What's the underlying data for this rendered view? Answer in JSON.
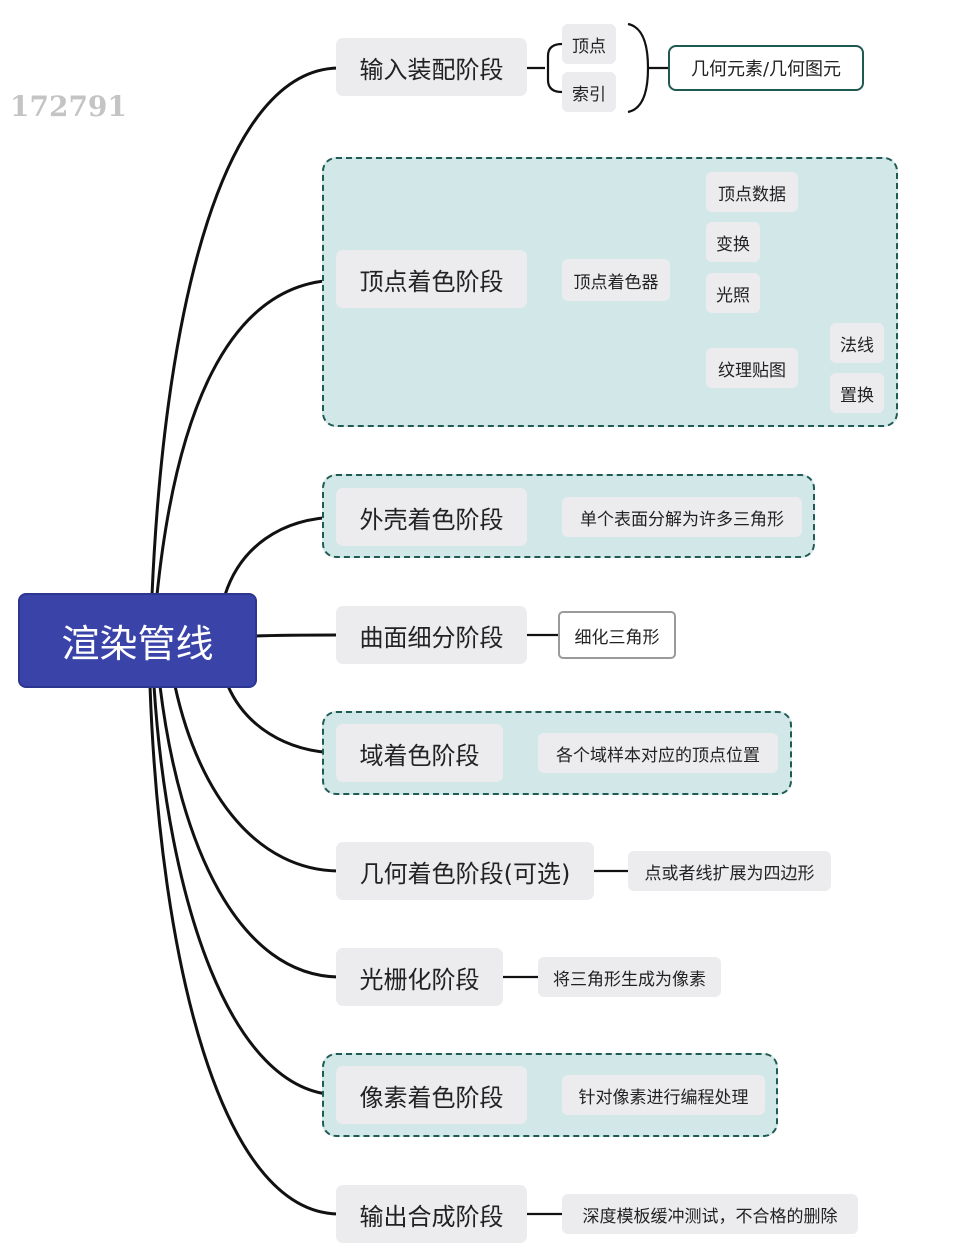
{
  "watermark": "172791",
  "root": {
    "label": "渲染管线"
  },
  "stages": [
    {
      "label": "输入装配阶段",
      "children": [
        "顶点",
        "索引"
      ],
      "result": "几何元素/几何图元"
    },
    {
      "label": "顶点着色阶段",
      "shader": "顶点着色器",
      "children": [
        "顶点数据",
        "变换",
        "光照",
        "纹理贴图"
      ],
      "texture_children": [
        "法线",
        "置换"
      ]
    },
    {
      "label": "外壳着色阶段",
      "detail": "单个表面分解为许多三角形"
    },
    {
      "label": "曲面细分阶段",
      "detail": "细化三角形"
    },
    {
      "label": "域着色阶段",
      "detail": "各个域样本对应的顶点位置"
    },
    {
      "label": "几何着色阶段(可选)",
      "detail": "点或者线扩展为四边形"
    },
    {
      "label": "光栅化阶段",
      "detail": "将三角形生成为像素"
    },
    {
      "label": "像素着色阶段",
      "detail": "针对像素进行编程处理"
    },
    {
      "label": "输出合成阶段",
      "detail": "深度模板缓冲测试，不合格的删除"
    }
  ],
  "colors": {
    "root_fill": "#3a44a8",
    "node_fill": "#ececef",
    "group_fill": "#d2e8e8",
    "group_border": "#1f5b54",
    "connector": "#111111"
  }
}
